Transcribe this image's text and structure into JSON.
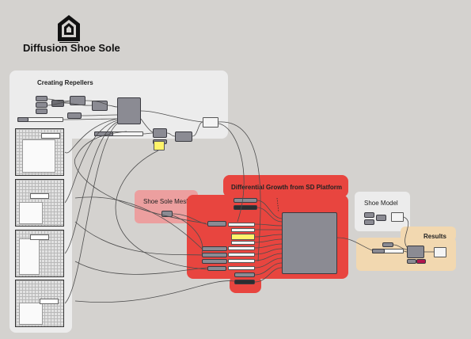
{
  "canvas": {
    "title": "Diffusion Shoe Sole",
    "logo_icon": "house-logo-icon",
    "background_color": "#d4d2cf"
  },
  "groups": {
    "repellers": {
      "label": "Creating Repellers",
      "color": "#eeeeee"
    },
    "mesh": {
      "label": "Shoe Sole Mesh",
      "color": "#ec9f9f"
    },
    "growth": {
      "label": "Differential Growth from SD Platform",
      "color": "#e8453f"
    },
    "model": {
      "label": "Shoe Model",
      "color": "#eeeeee"
    },
    "results": {
      "label": "Results",
      "color": "#f2d8b0"
    }
  },
  "colors": {
    "component": "#8b8b93",
    "wire": "#555555",
    "yellow_panel": "#fff36a",
    "magenta_swatch": "#b0164e"
  }
}
